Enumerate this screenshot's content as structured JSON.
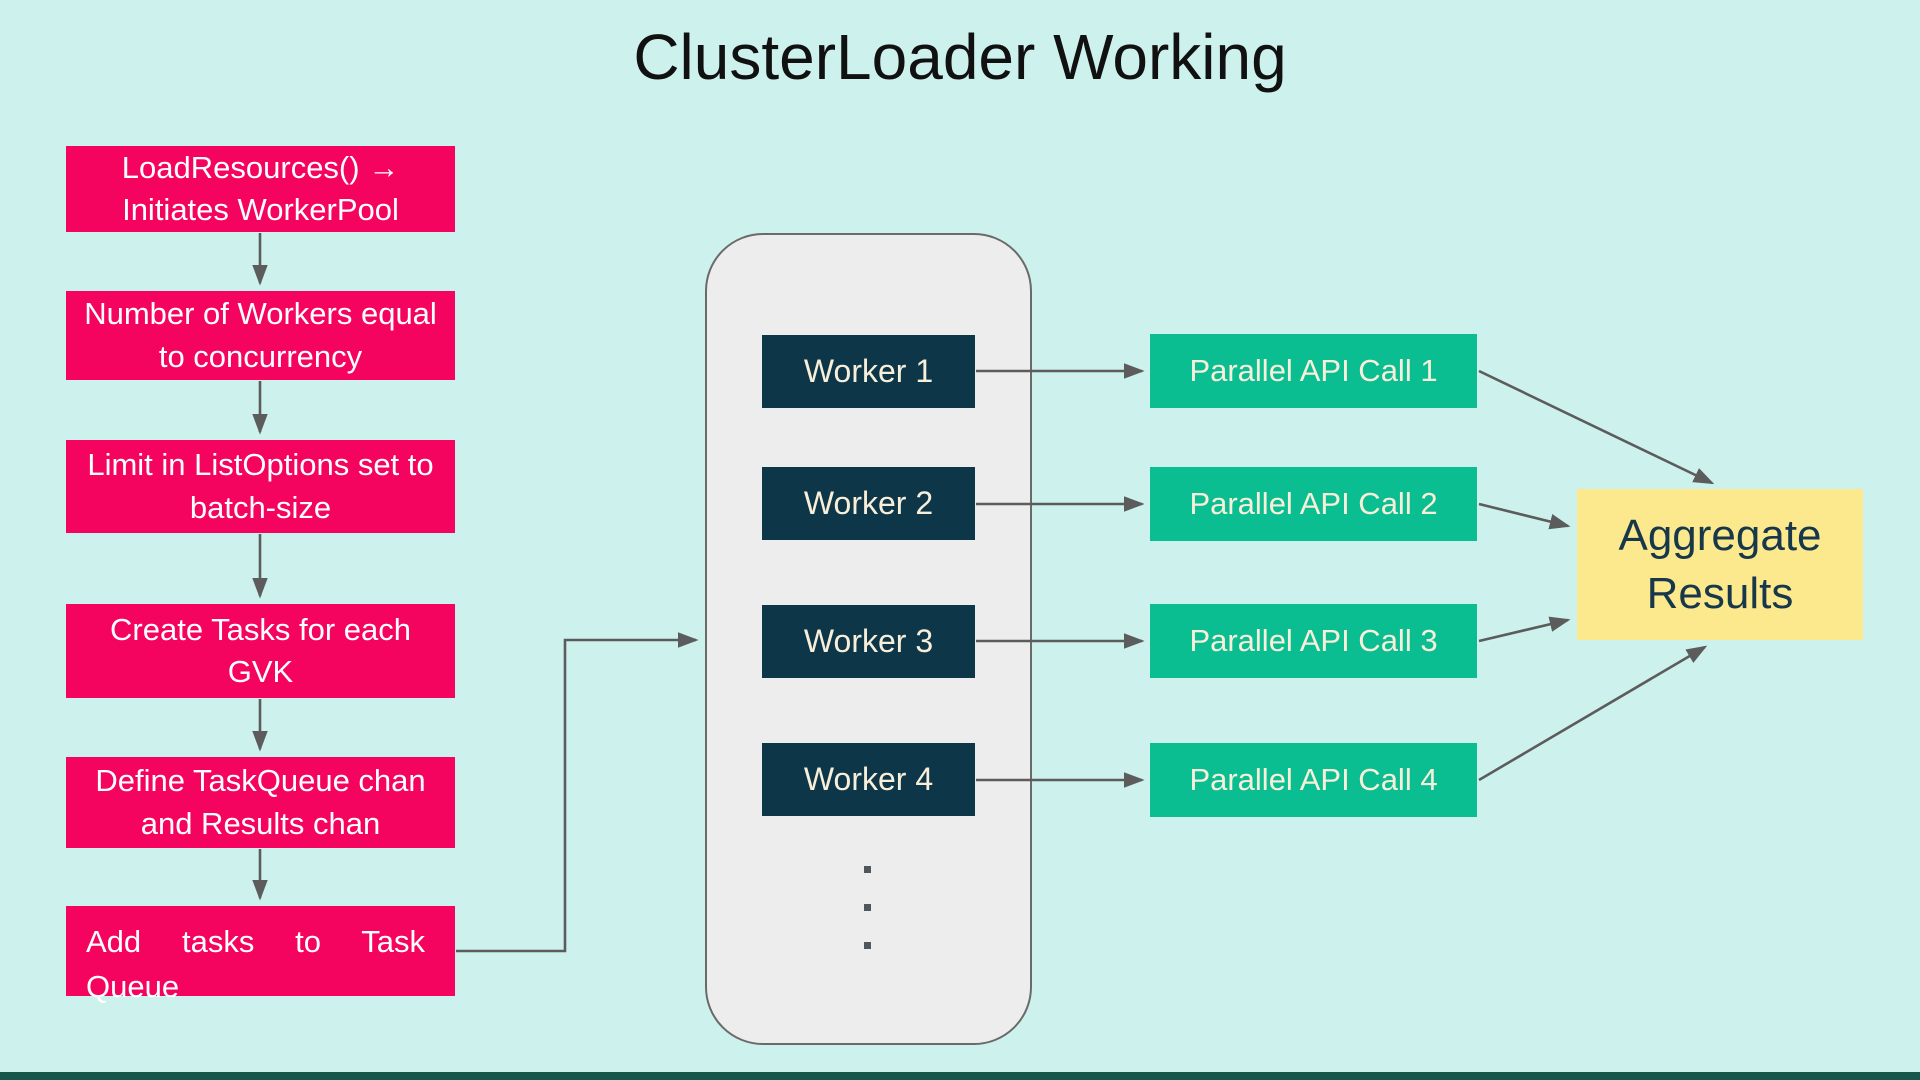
{
  "title": "ClusterLoader Working",
  "flow_steps": [
    "LoadResources() → Initiates WorkerPool",
    "Number of Workers equal to concurrency",
    "Limit in ListOptions set to batch-size",
    "Create Tasks for each GVK",
    "Define TaskQueue chan and Results chan",
    "Add tasks to Task Queue"
  ],
  "workers": [
    "Worker 1",
    "Worker 2",
    "Worker 3",
    "Worker 4"
  ],
  "api_calls": [
    "Parallel API Call 1",
    "Parallel API Call 2",
    "Parallel API Call 3",
    "Parallel API Call 4"
  ],
  "aggregate_label": "Aggregate Results",
  "colors": {
    "background": "#CDF2ED",
    "flow_step_box": "#F5045F",
    "flow_step_text": "#FFFFFF",
    "worker_box": "#0D3649",
    "worker_text": "#F8EFDA",
    "api_call_box": "#0BBE92",
    "aggregate_box": "#FCE98D",
    "aggregate_text": "#17374A",
    "worker_pool_fill": "#EDEDED",
    "worker_pool_border": "#6A6A6A",
    "arrow": "#5C5C5C",
    "bottom_bar": "#16564B"
  }
}
